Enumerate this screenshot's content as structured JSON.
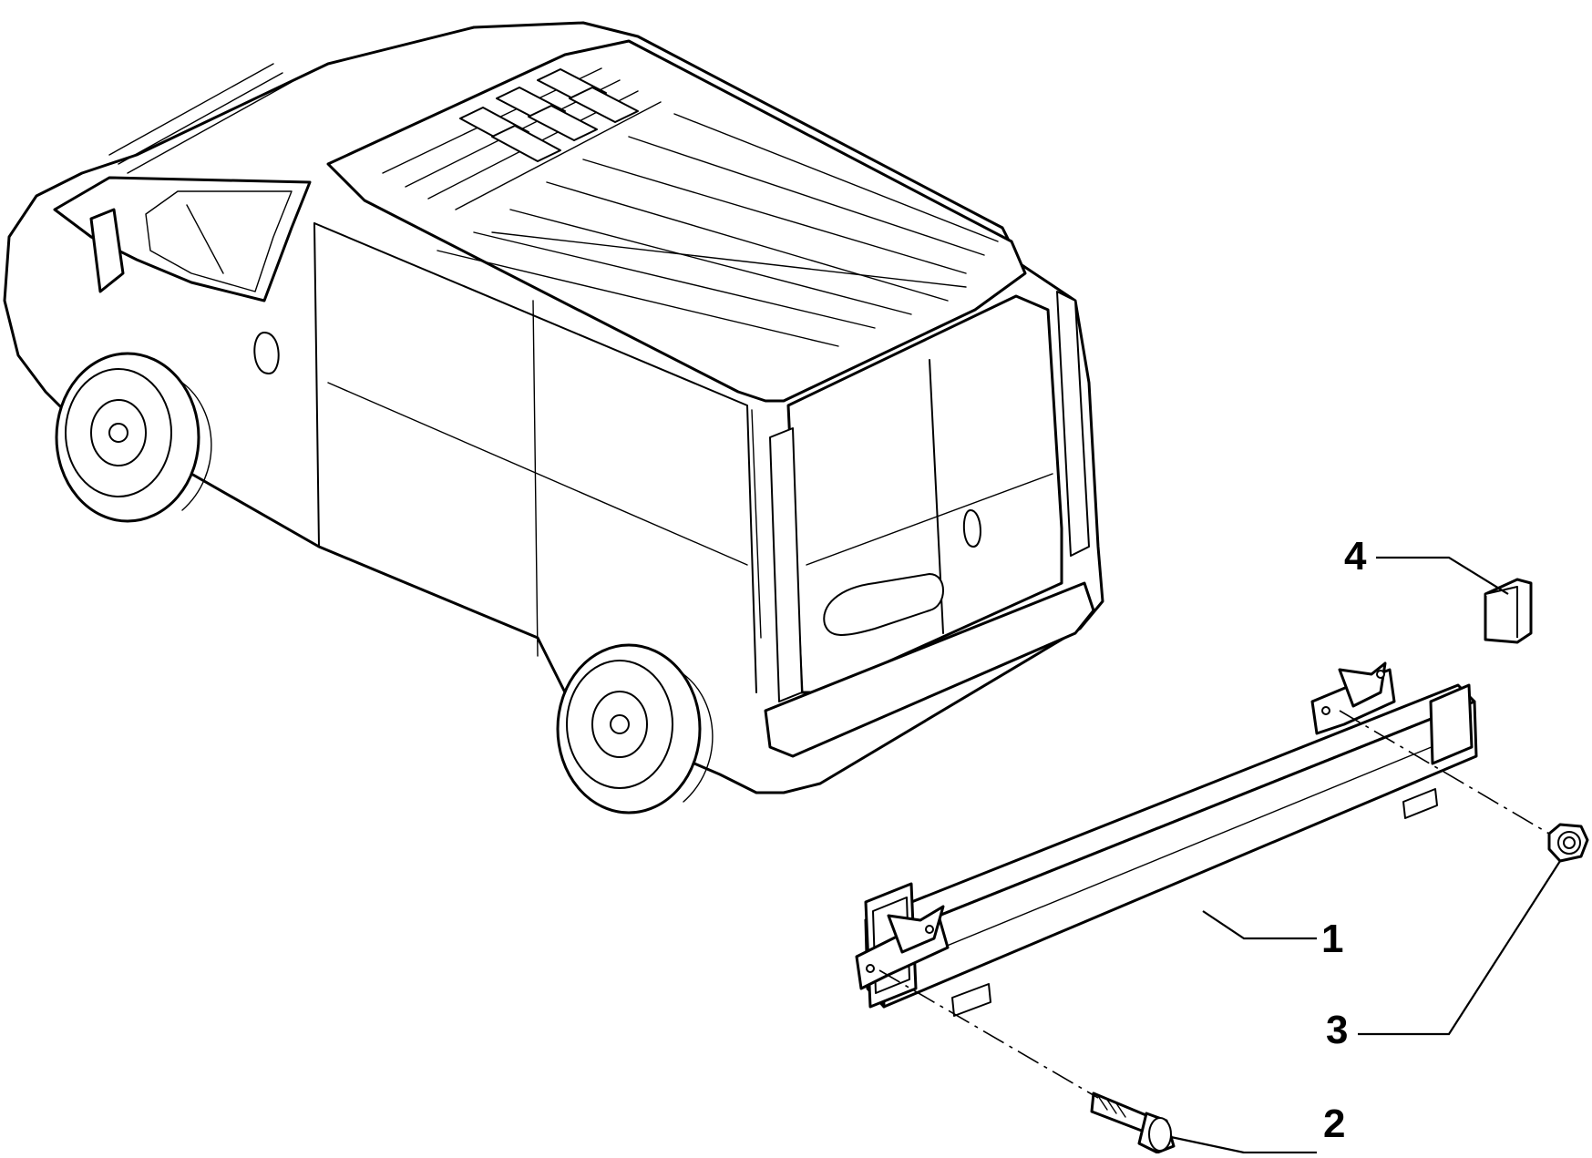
{
  "diagram": {
    "callouts": [
      {
        "id": "1",
        "part": "bar"
      },
      {
        "id": "2",
        "part": "bolt"
      },
      {
        "id": "3",
        "part": "nut"
      },
      {
        "id": "4",
        "part": "cap"
      }
    ]
  }
}
